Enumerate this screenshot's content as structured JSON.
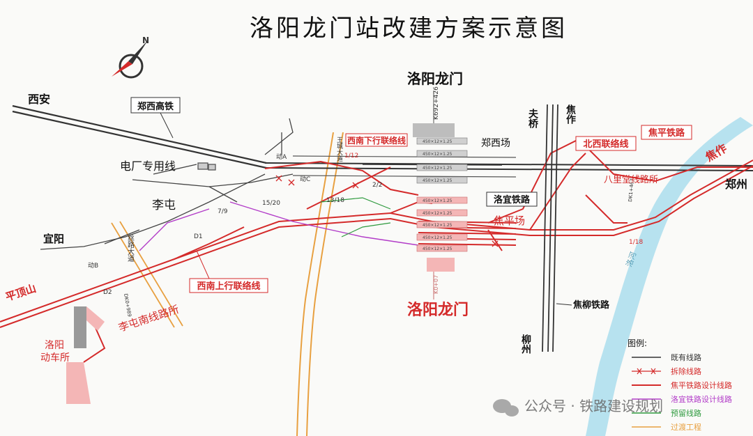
{
  "title": "洛阳龙门站改建方案示意图",
  "compass_letter": "N",
  "station": {
    "name_top": "洛阳龙门",
    "name_bottom": "洛阳龙门",
    "km_top": "K692+426",
    "km_bottom": "K0+07",
    "platform_label": "450×12×1.25"
  },
  "labels": {
    "xian": "西安",
    "zhengxi_hsr": "郑西高铁",
    "power_plant_line": "电厂专用线",
    "litun": "李屯",
    "yiyang": "宜阳",
    "pingdingshan": "平顶山",
    "luoyang_depot_1": "洛阳",
    "luoyang_depot_2": "动车所",
    "dong_a": "动A",
    "dong_b": "动B",
    "dong_c": "动C",
    "d1": "D1",
    "d2": "D2",
    "avenue": "王城大道",
    "jinjie_road": "丝路大道",
    "litun_south_post": "李屯南线路所",
    "sw_up_link": "西南上行联络线",
    "sw_down_link": "西南下行联络线",
    "zhengxi_yard": "郑西场",
    "luoyi_railway": "洛宜铁路",
    "jiaoping_yard": "焦平场",
    "fuzuo": "焦作",
    "fu_label": "夫桥",
    "nw_link": "北西联络线",
    "jiaoping_railway": "焦平铁路",
    "balitang_post": "八里堂线路所",
    "jiaozuo": "焦作",
    "zhengzhou": "郑州",
    "jiaoliu_railway": "焦柳铁路",
    "liuzhou": "柳州",
    "river": "洛河",
    "ratio_1_12": "1/12",
    "ratio_2_2": "2/2",
    "ratio_13_18": "13/18",
    "ratio_15_20": "15/20",
    "ratio_7_9": "7/9",
    "ratio_1_18": "1/18",
    "dk_1": "DK0+989",
    "dk_2": "DK1+467"
  },
  "legend": {
    "title": "图例:",
    "items": [
      {
        "label": "既有线路",
        "color": "#333333",
        "style": "solid"
      },
      {
        "label": "拆除线路",
        "color": "#d42a2a",
        "style": "cross"
      },
      {
        "label": "焦平铁路设计线路",
        "color": "#d42a2a",
        "style": "solid"
      },
      {
        "label": "洛宜铁路设计线路",
        "color": "#b23cc8",
        "style": "solid"
      },
      {
        "label": "预留线路",
        "color": "#2e9a3e",
        "style": "solid"
      },
      {
        "label": "过渡工程",
        "color": "#e8a040",
        "style": "solid"
      }
    ]
  },
  "watermark": "公众号 · 铁路建设规划",
  "colors": {
    "existing": "#333333",
    "design_red": "#d42a2a",
    "luoyi_purple": "#b23cc8",
    "reserved_green": "#2e9a3e",
    "transition_orange": "#e8a040",
    "river": "#8fd3e8",
    "platform_grey": "#bdbdbd",
    "platform_pink": "#f4b6b6"
  }
}
